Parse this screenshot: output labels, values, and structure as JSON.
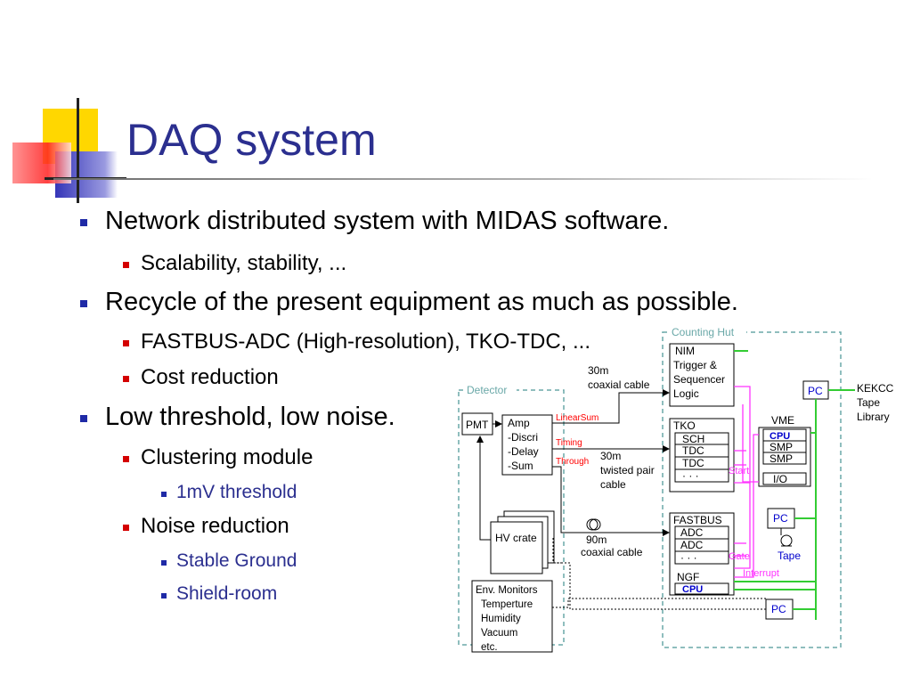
{
  "slide": {
    "title": "DAQ system",
    "bullets": [
      {
        "text": "Network distributed system with MIDAS software.",
        "sub": [
          {
            "text": "Scalability, stability, ..."
          }
        ]
      },
      {
        "text": "Recycle of the present equipment as much as possible.",
        "sub": [
          {
            "text": "FASTBUS-ADC (High-resolution), TKO-TDC, ..."
          },
          {
            "text": "Cost  reduction"
          }
        ]
      },
      {
        "text": "Low threshold, low noise.",
        "sub": [
          {
            "text": "Clustering module",
            "sub": [
              {
                "text": "1mV threshold"
              }
            ]
          },
          {
            "text": "Noise reduction",
            "sub": [
              {
                "text": "Stable Ground"
              },
              {
                "text": "Shield-room"
              }
            ]
          }
        ]
      }
    ]
  },
  "diagram": {
    "detector_label": "Detector",
    "counting_hut_label": "Counting Hut",
    "pmt": "PMT",
    "amp": [
      "Amp",
      "-Discri",
      "-Delay",
      "-Sum"
    ],
    "signals": {
      "linearsum": "LinearSum",
      "timing": "Timing",
      "through": "Through"
    },
    "cable_30m_coax": [
      "30m",
      "coaxial cable"
    ],
    "cable_30m_twisted": [
      "30m",
      "twisted pair",
      "cable"
    ],
    "cable_90m_coax": [
      "90m",
      "coaxial cable"
    ],
    "hv_crate": "HV crate",
    "env_monitors": [
      "Env. Monitors",
      "Temperture",
      "Humidity",
      "Vacuum",
      "etc."
    ],
    "nim": [
      "NIM",
      "Trigger &",
      "Sequencer",
      "Logic"
    ],
    "tko": [
      "TKO",
      "SCH",
      "TDC",
      "TDC",
      "· · ·"
    ],
    "fastbus": [
      "FASTBUS",
      "ADC",
      "ADC",
      "· · ·",
      "NGF",
      "CPU"
    ],
    "vme": [
      "VME",
      "CPU",
      "SMP",
      "SMP",
      "I/O"
    ],
    "pc": "PC",
    "kekcc": [
      "KEKCC",
      "Tape",
      "Library"
    ],
    "tape": "Tape",
    "signal_labels": {
      "start": "Start",
      "gate": "Gate",
      "interrupt": "Interrupt"
    },
    "colors": {
      "network": "#33cc33",
      "control": "#ff33ff",
      "signal_text": "#ff0000",
      "label_blue": "#0000cc",
      "frame": "#6aa8a8"
    }
  }
}
